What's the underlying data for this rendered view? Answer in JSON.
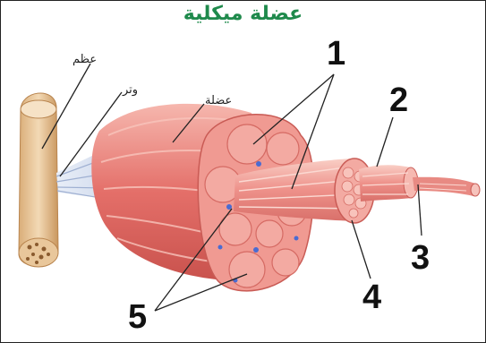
{
  "title": "عضلة ميكلية",
  "labels": {
    "bone": "عظم",
    "tendon": "وتر",
    "muscle": "عضلة"
  },
  "numbers": {
    "n1": "1",
    "n2": "2",
    "n3": "3",
    "n4": "4",
    "n5": "5"
  },
  "colors": {
    "title": "#1f8a4c",
    "bone": "#e9c79b",
    "tendon": "#cfd8ea",
    "muscle": "#e77b75",
    "muscle_light": "#f4b0a8",
    "fascicle": "#f2a39b",
    "nucleus": "#4a6bd1"
  }
}
